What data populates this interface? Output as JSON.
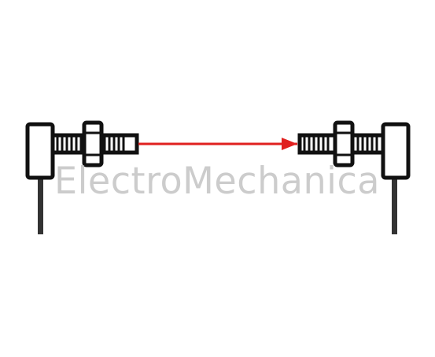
{
  "watermark": {
    "text": "ElectroMechanica"
  },
  "colors": {
    "beam": "#e0201f",
    "outline": "#111111",
    "cable": "#333333",
    "background": "#ffffff",
    "watermark": "#b8b8b8"
  },
  "components": [
    {
      "name": "emitter-sensor",
      "role": "emitter"
    },
    {
      "name": "receiver-sensor",
      "role": "receiver"
    }
  ],
  "beam": {
    "direction": "left-to-right"
  }
}
